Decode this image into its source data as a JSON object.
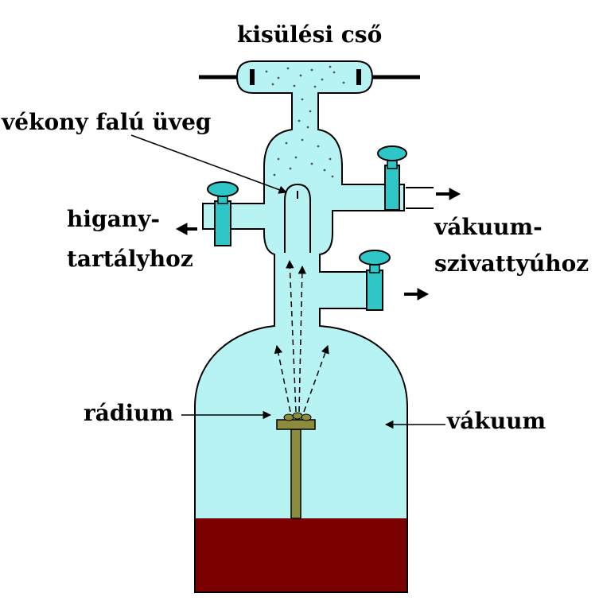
{
  "colors": {
    "glass": "#b7f3f3",
    "outline": "#000000",
    "valve": "#2ec6c6",
    "mercury": "#7b0000",
    "radium_holder": "#8c8c3c",
    "particles": "#555555"
  },
  "labels": {
    "discharge_tube": "kisülési cső",
    "thin_glass": "vékony falú üveg",
    "mercury_1": "higany-",
    "mercury_2": "tartályhoz",
    "pump_1": "vákuum-",
    "pump_2": "szivattyúhoz",
    "radium": "rádium",
    "vacuum": "vákuum"
  }
}
